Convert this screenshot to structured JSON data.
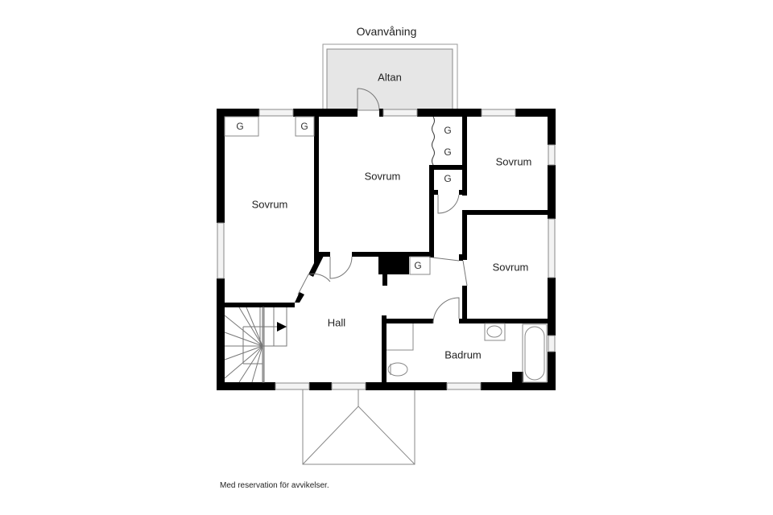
{
  "floor_title": "Ovanvåning",
  "disclaimer": "Med reservation för avvikelser.",
  "rooms": {
    "altan": "Altan",
    "sovrum_left": "Sovrum",
    "sovrum_center": "Sovrum",
    "sovrum_top_right": "Sovrum",
    "sovrum_right": "Sovrum",
    "hall": "Hall",
    "badrum": "Badrum"
  },
  "closets": {
    "label": "G",
    "items": [
      "G",
      "G",
      "G",
      "G",
      "G",
      "G"
    ]
  },
  "colors": {
    "wall": "#000000",
    "balcony_fill": "#e6e6e6",
    "line": "#888888"
  }
}
